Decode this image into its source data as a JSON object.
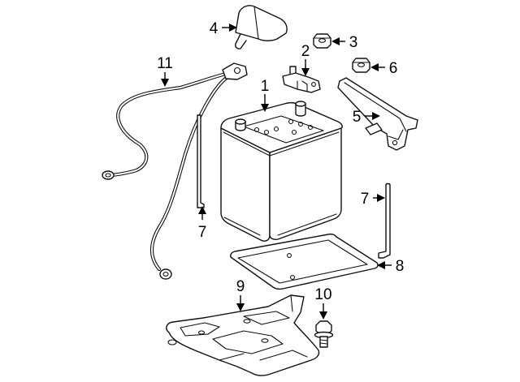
{
  "diagram": {
    "callouts": {
      "c1": "1",
      "c2": "2",
      "c3": "3",
      "c4": "4",
      "c5": "5",
      "c6": "6",
      "c7a": "7",
      "c7b": "7",
      "c8": "8",
      "c9": "9",
      "c10": "10",
      "c11": "11"
    }
  }
}
